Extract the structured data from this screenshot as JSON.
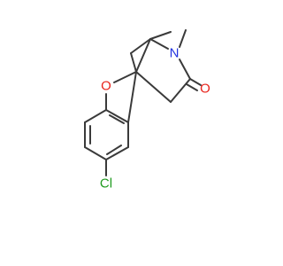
{
  "molecule": {
    "atoms": {
      "oxygen_ring": "O",
      "oxygen_carbonyl": "O",
      "nitrogen": "N",
      "chlorine": "Cl"
    },
    "colors": {
      "bond": "#3a3a3a",
      "oxygen": "#e8231b",
      "nitrogen": "#2233e0",
      "chlorine": "#1f9a1f"
    }
  }
}
